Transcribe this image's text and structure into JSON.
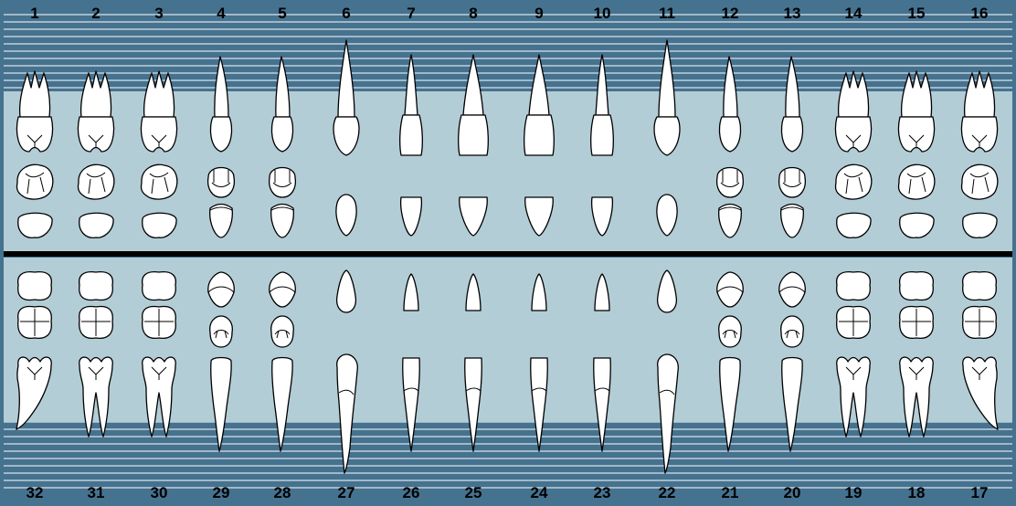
{
  "colors": {
    "background_band": "#45728f",
    "gum_area": "#b3cdd6",
    "stripe": "#ffffff",
    "tooth_fill": "#ffffff",
    "tooth_outline": "#000000",
    "divider": "#000000"
  },
  "upper_numbers": [
    "1",
    "2",
    "3",
    "4",
    "5",
    "6",
    "7",
    "8",
    "9",
    "10",
    "11",
    "12",
    "13",
    "14",
    "15",
    "16"
  ],
  "lower_numbers": [
    "32",
    "31",
    "30",
    "29",
    "28",
    "27",
    "26",
    "25",
    "24",
    "23",
    "22",
    "21",
    "20",
    "19",
    "18",
    "17"
  ],
  "upper_types": [
    "molar",
    "molar",
    "molar",
    "premolar",
    "premolar",
    "canine",
    "incisor",
    "incisor",
    "incisor",
    "incisor",
    "canine",
    "premolar",
    "premolar",
    "molar",
    "molar",
    "molar"
  ],
  "lower_types": [
    "molar",
    "molar",
    "molar",
    "premolar",
    "premolar",
    "canine",
    "incisor",
    "incisor",
    "incisor",
    "incisor",
    "canine",
    "premolar",
    "premolar",
    "molar",
    "molar",
    "molar"
  ]
}
